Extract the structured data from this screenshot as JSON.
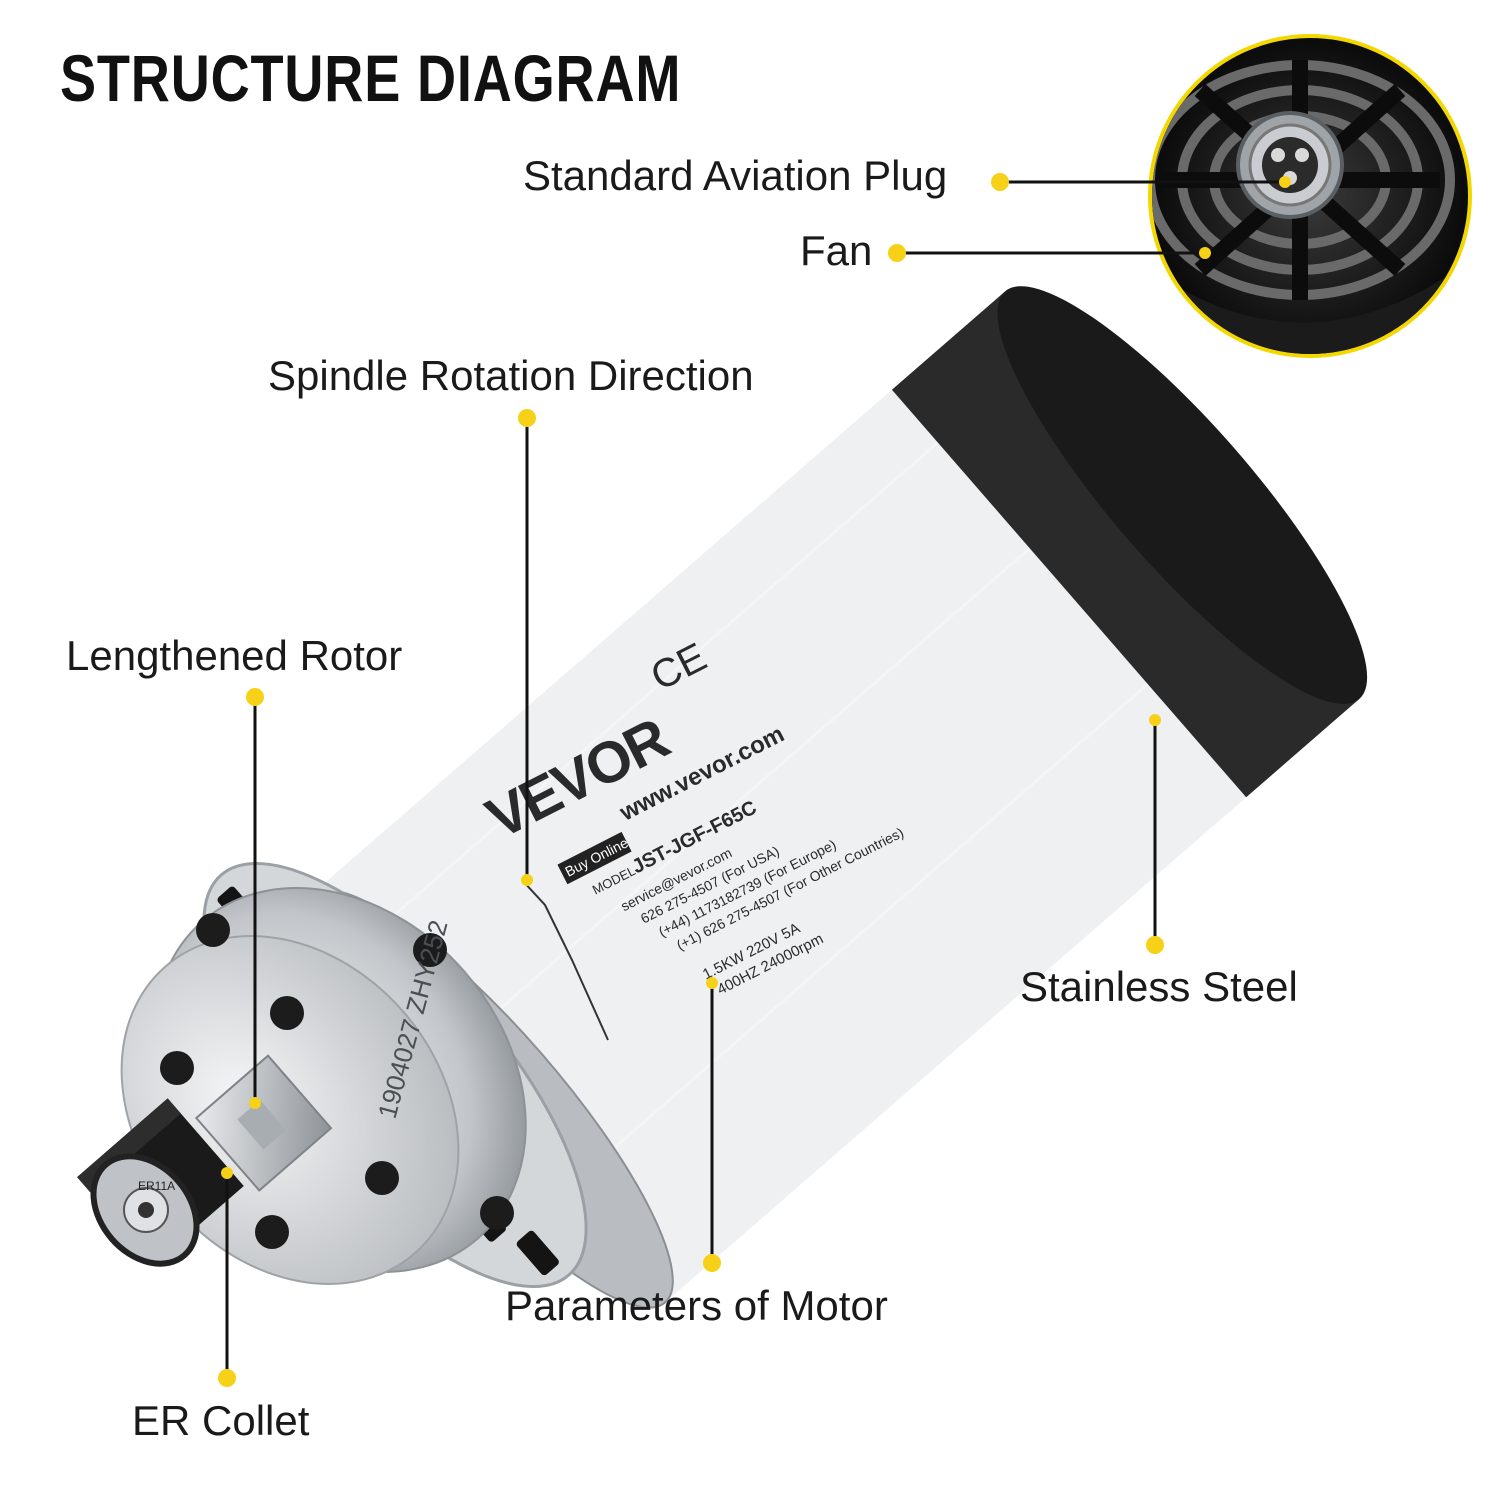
{
  "title": "STRUCTURE DIAGRAM",
  "callouts": {
    "plug": "Standard Aviation Plug",
    "fan": "Fan",
    "rotation": "Spindle Rotation Direction",
    "rotor": "Lengthened Rotor",
    "steel": "Stainless Steel",
    "params": "Parameters of Motor",
    "collet": "ER Collet"
  },
  "nameplate": {
    "brand": "VEVOR",
    "ce": "CE",
    "website": "www.vevor.com",
    "buy_online": "Buy Online",
    "model_label": "MODEL",
    "model": "JST-JGF-F65C",
    "email": "service@vevor.com",
    "phone_usa": "626 275-4507  (For USA)",
    "phone_europe": "(+44) 1173182739  (For Europe)",
    "phone_other": "(+1) 626 275-4507  (For Other Countries)",
    "spec1": "1.5KW  220V  5A",
    "spec2": "400HZ  24000rpm"
  },
  "flange_text": "1904027 ZHY252",
  "collet_text": "ER11A",
  "colors": {
    "accent_dot": "#F7D117",
    "zoom_ring": "#F2D800",
    "leader": "#111111",
    "body_silver": "#c9ccd0",
    "cap_black": "#161616"
  }
}
